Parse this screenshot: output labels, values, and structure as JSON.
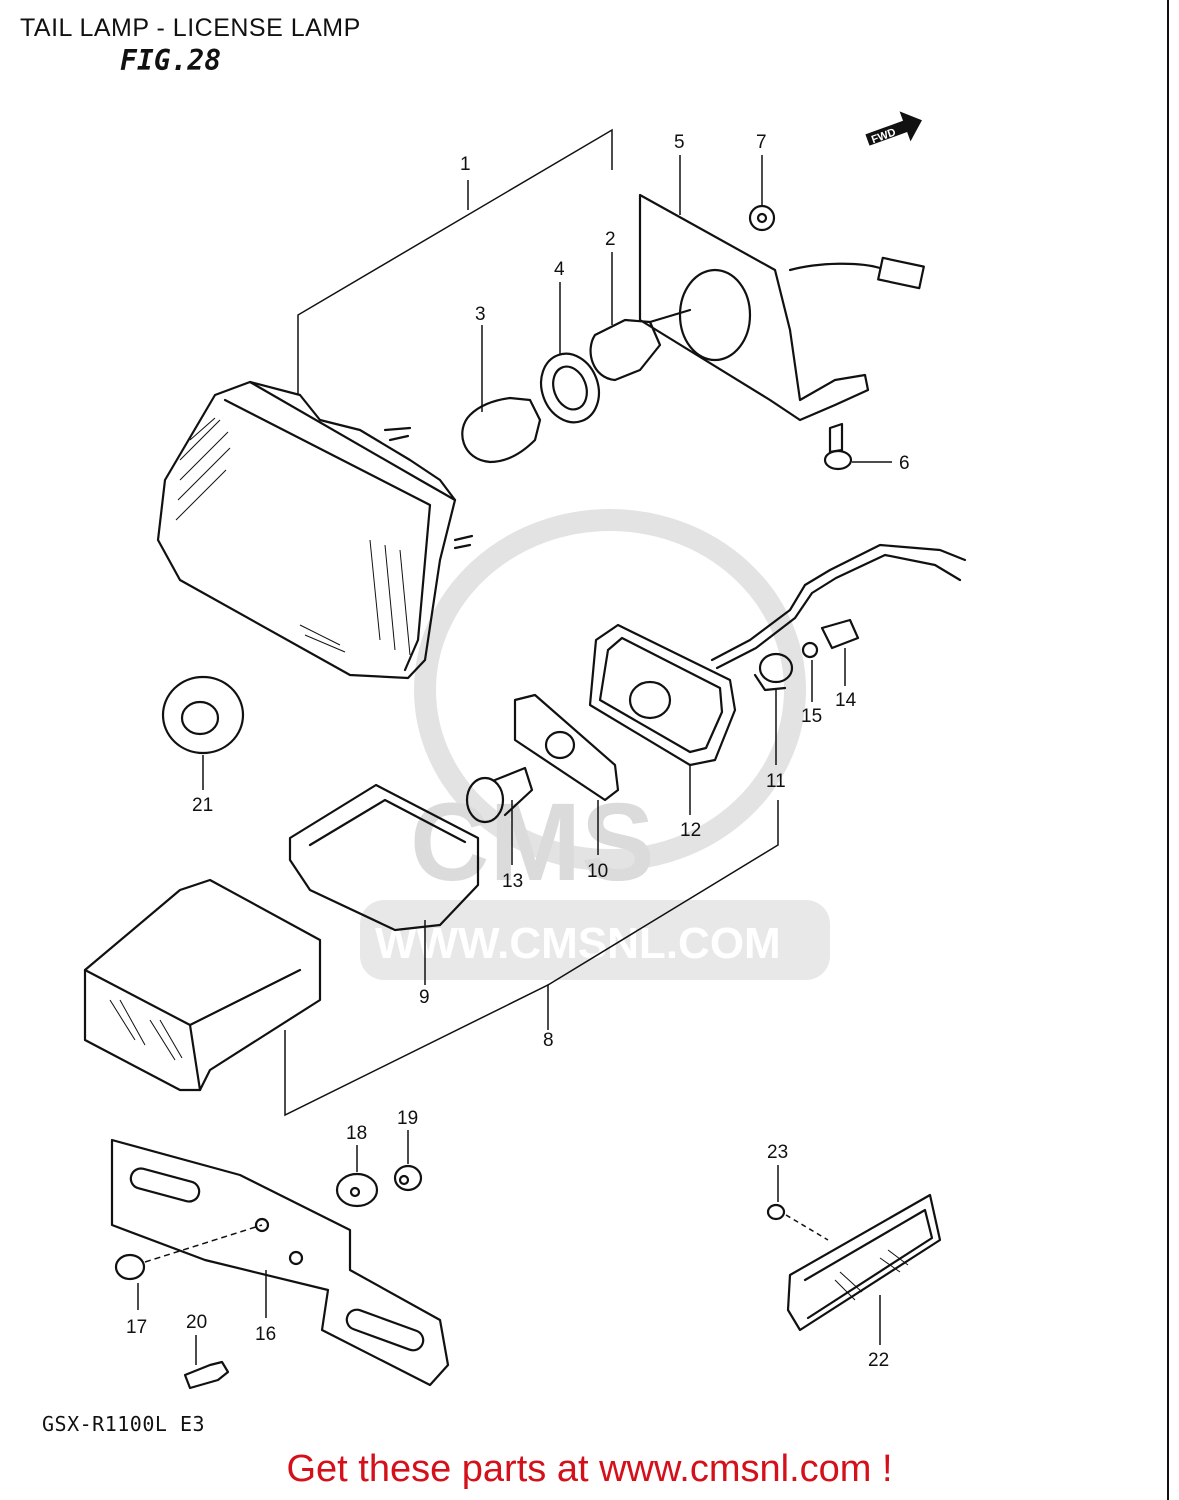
{
  "header": {
    "title": "TAIL LAMP - LICENSE LAMP",
    "figure": "FIG.28"
  },
  "diagram": {
    "direction_badge": "FWD",
    "watermark_text": "WWW.CMSNL.COM",
    "watermark_logo": "CMS",
    "callouts": [
      "1",
      "2",
      "3",
      "4",
      "5",
      "6",
      "7",
      "8",
      "9",
      "10",
      "11",
      "12",
      "13",
      "14",
      "15",
      "16",
      "17",
      "18",
      "19",
      "20",
      "21",
      "22",
      "23"
    ]
  },
  "footer": {
    "model_code": "GSX-R1100L E3",
    "call_to_action": "Get these parts at www.cmsnl.com !"
  }
}
